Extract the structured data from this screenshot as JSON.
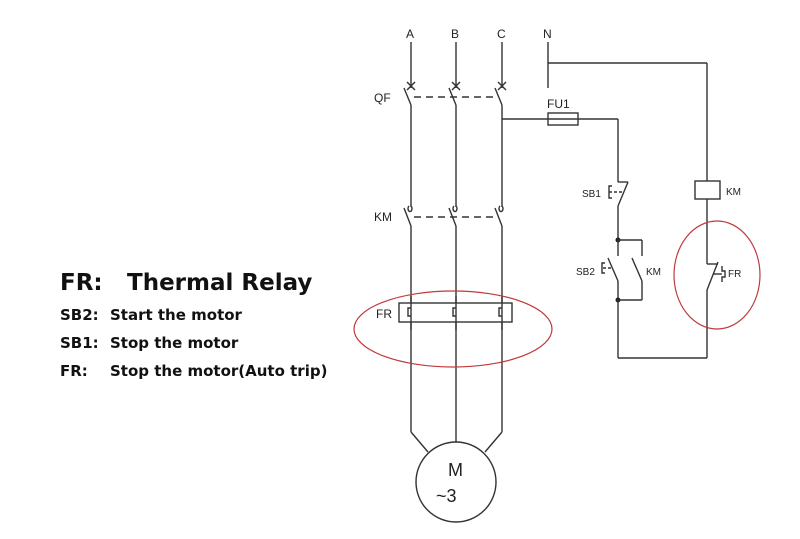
{
  "legend": {
    "title": {
      "key": "FR:",
      "text": "Thermal Relay"
    },
    "items": [
      {
        "key": "SB2:",
        "text": "Start the motor"
      },
      {
        "key": "SB1:",
        "text": "Stop the motor"
      },
      {
        "key": "FR:",
        "text": "Stop the motor(Auto trip)"
      }
    ]
  },
  "circuit": {
    "phases": [
      "A",
      "B",
      "C"
    ],
    "neutral": "N",
    "breaker_label": "QF",
    "contactor_main_label": "KM",
    "thermal_relay_main_label": "FR",
    "fuse_label": "FU1",
    "stop_button_label": "SB1",
    "start_button_label": "SB2",
    "holding_contact_label": "KM",
    "coil_label": "KM",
    "thermal_contact_label": "FR",
    "motor": {
      "symbol": "M",
      "phase_text": "~3"
    }
  },
  "highlight_color": "#c0393b"
}
